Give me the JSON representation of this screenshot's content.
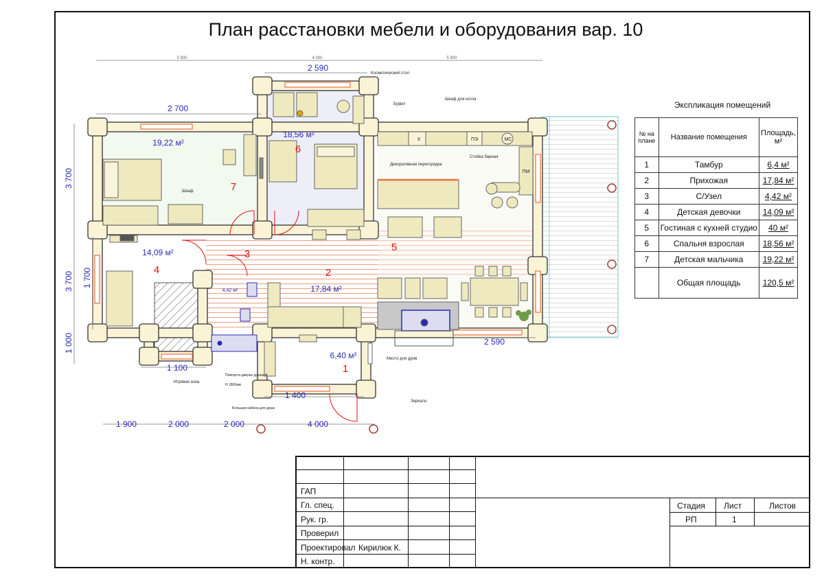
{
  "sheet_title": "План расстановки мебели и оборудования вар. 10",
  "explication": {
    "title": "Экспликация помещений",
    "headers": {
      "num": "№ на плане",
      "name": "Название помещения",
      "area": "Площадь, м²"
    },
    "rows": [
      {
        "num": "1",
        "name": "Тамбур",
        "area": "6,4 м²"
      },
      {
        "num": "2",
        "name": "Прихожая",
        "area": "17,84 м²"
      },
      {
        "num": "3",
        "name": "С/Узел",
        "area": "4,42 м²"
      },
      {
        "num": "4",
        "name": "Детская девочки",
        "area": "14,09 м²"
      },
      {
        "num": "5",
        "name": "Гостиная с кухней студио",
        "area": "40 м²"
      },
      {
        "num": "6",
        "name": "Спальня взрослая",
        "area": "18,56 м²"
      },
      {
        "num": "7",
        "name": "Детская мальчика",
        "area": "19,22 м²"
      }
    ],
    "total": {
      "name": "Общая площадь",
      "area": "120,5 м²"
    }
  },
  "rooms": [
    {
      "num": "1",
      "area": "6,40 м²"
    },
    {
      "num": "2",
      "area": "17,84 м²"
    },
    {
      "num": "3",
      "area": "4,42 м²"
    },
    {
      "num": "4",
      "area": "14,09 м²"
    },
    {
      "num": "5",
      "area": ""
    },
    {
      "num": "6",
      "area": "18,56 м²"
    },
    {
      "num": "7",
      "area": "19,22 м²"
    }
  ],
  "dimensions": {
    "top_small": [
      "5 900",
      "4 000",
      "5 900"
    ],
    "top_2590": "2 590",
    "top_2700": "2 700",
    "left_3700_a": "3 700",
    "left_3700_b": "3 700",
    "left_1700": "1 700",
    "left_1000": "1 000",
    "bottom": [
      "1 900",
      "2 000",
      "2 000",
      "4 000"
    ],
    "b_1100": "1 100",
    "b_1400": "1 400",
    "b_2590": "2 590"
  },
  "callouts": {
    "cosmetic_table": "Косметический стол",
    "wardrobe_boiler": "Шкаф для котла",
    "buffet": "Буфет",
    "deco_partition": "Декоративная перегородка",
    "bar_counter": "Стойка барная",
    "wardrobe": "Шкаф",
    "play_zone": "Игровая зона",
    "firewood": "Место для дров",
    "mirror": "Зеркало",
    "shower_door": "Поворотн.дверка душевой",
    "shower_h": "H 1800мм",
    "big_shower": "Большая кабина для душа",
    "appliance_x": "Х",
    "appliance_pm_top": "ПЭ",
    "appliance_ms": "МС",
    "appliance_pm": "ПМ"
  },
  "stamp": {
    "rows": [
      "ГАП",
      "Гл. спец.",
      "Рук. гр.",
      "Проверил",
      "Проектировал",
      "Н. контр."
    ],
    "designer": "Кирилюк К.",
    "stage_header": "Стадия",
    "sheet_header": "Лист",
    "sheets_header": "Листов",
    "stage": "РП",
    "sheet": "1",
    "sheets": ""
  },
  "colors": {
    "log_wall": "#fbf3d6",
    "furniture": "#efe9bf",
    "room_6_fill": "#eeeef8",
    "room_7_fill": "#f2f9ee",
    "floor_lines": "#e9a48a",
    "dim_blue": "#2929b8",
    "room_red": "#e01010",
    "terrace_cyan": "#6ac9c9"
  }
}
